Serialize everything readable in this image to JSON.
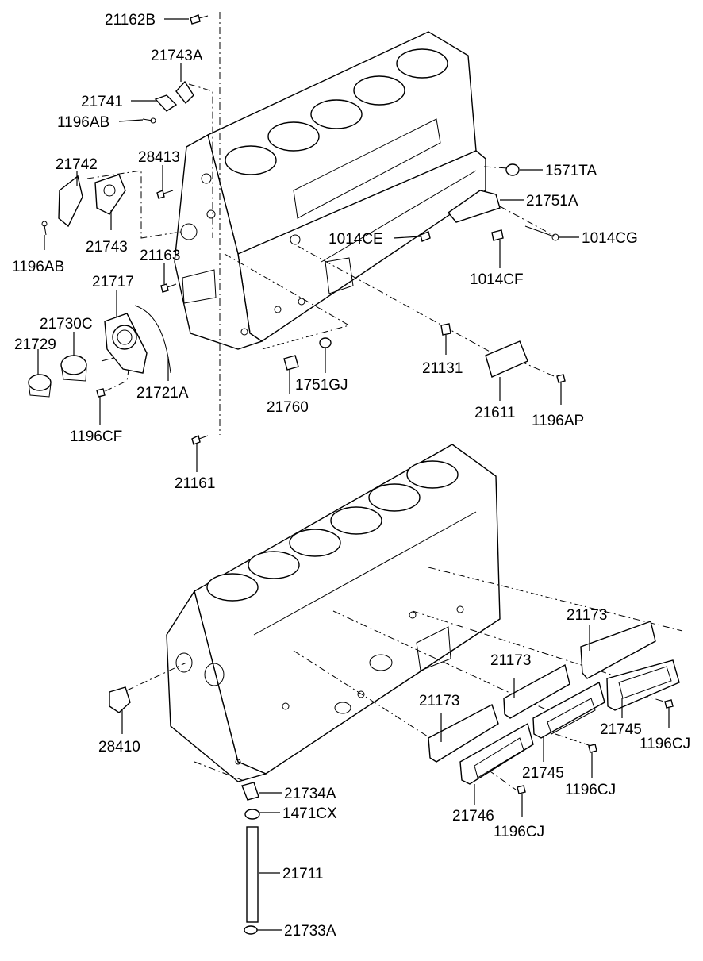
{
  "labels": {
    "p21162B": "21162B",
    "p21743A": "21743A",
    "p21741": "21741",
    "p1196AB_a": "1196AB",
    "p21742": "21742",
    "p28413": "28413",
    "p21743": "21743",
    "p1196AB_b": "1196AB",
    "p21163": "21163",
    "p21717": "21717",
    "p21730C": "21730C",
    "p21729": "21729",
    "p21721A": "21721A",
    "p1196CF": "1196CF",
    "p21161": "21161",
    "p1571TA": "1571TA",
    "p21751A": "21751A",
    "p1014CE": "1014CE",
    "p1014CG": "1014CG",
    "p1014CF": "1014CF",
    "p21131": "21131",
    "p1751GJ": "1751GJ",
    "p21760": "21760",
    "p21611": "21611",
    "p1196AP": "1196AP",
    "p21173_a": "21173",
    "p21173_b": "21173",
    "p21173_c": "21173",
    "p21745_a": "21745",
    "p21745_b": "21745",
    "p1196CJ_a": "1196CJ",
    "p1196CJ_b": "1196CJ",
    "p1196CJ_c": "1196CJ",
    "p21746": "21746",
    "p28410": "28410",
    "p21734A": "21734A",
    "p1471CX": "1471CX",
    "p21711": "21711",
    "p21733A": "21733A"
  }
}
